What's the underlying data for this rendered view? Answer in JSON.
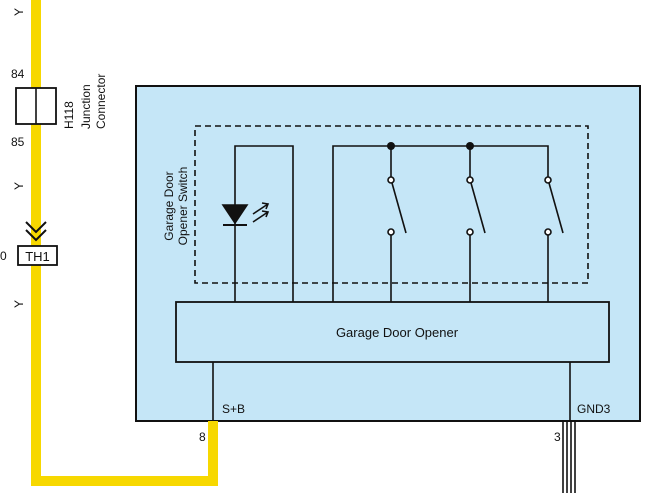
{
  "wire": {
    "color_label": "Y",
    "color": "#f7d800",
    "terminal_top": "84",
    "terminal_bottom": "85",
    "terminal_left": "0",
    "terminal_bottom_main": "8",
    "terminal_gnd": "3"
  },
  "junction": {
    "id": "H118",
    "name_line1": "Junction",
    "name_line2": "Connector"
  },
  "connector": {
    "id": "TH1"
  },
  "module": {
    "fill": "#c5e6f7",
    "switch_label_line1": "Garage Door",
    "switch_label_line2": "Opener Switch",
    "opener_label": "Garage Door Opener",
    "pin_power": "S+B",
    "pin_ground": "GND3"
  }
}
